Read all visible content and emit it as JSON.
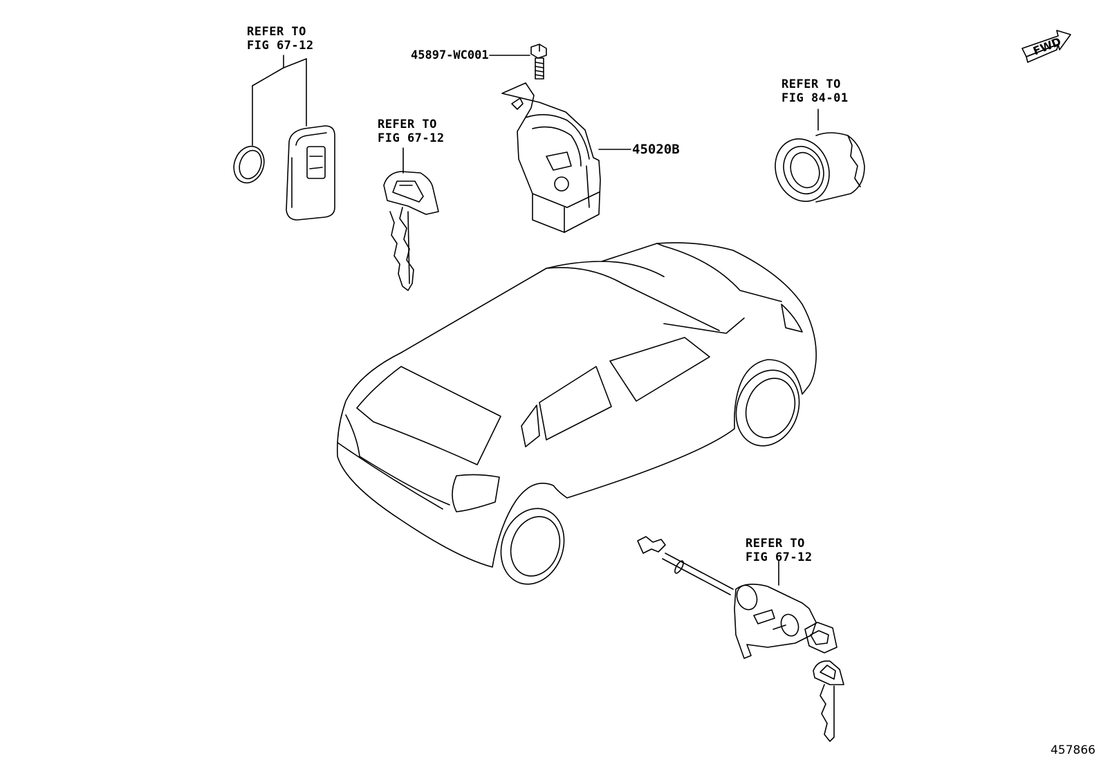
{
  "labels": {
    "remote_ref": "REFER TO\nFIG 67-12",
    "key_ref": "REFER TO\nFIG 67-12",
    "switch_ref": "REFER TO\nFIG 84-01",
    "cylinder_ref": "REFER TO\nFIG 67-12"
  },
  "parts": {
    "screw": "45897-WC001",
    "lock_assembly": "45020B"
  },
  "direction": "FWD",
  "figure_number": "457866"
}
